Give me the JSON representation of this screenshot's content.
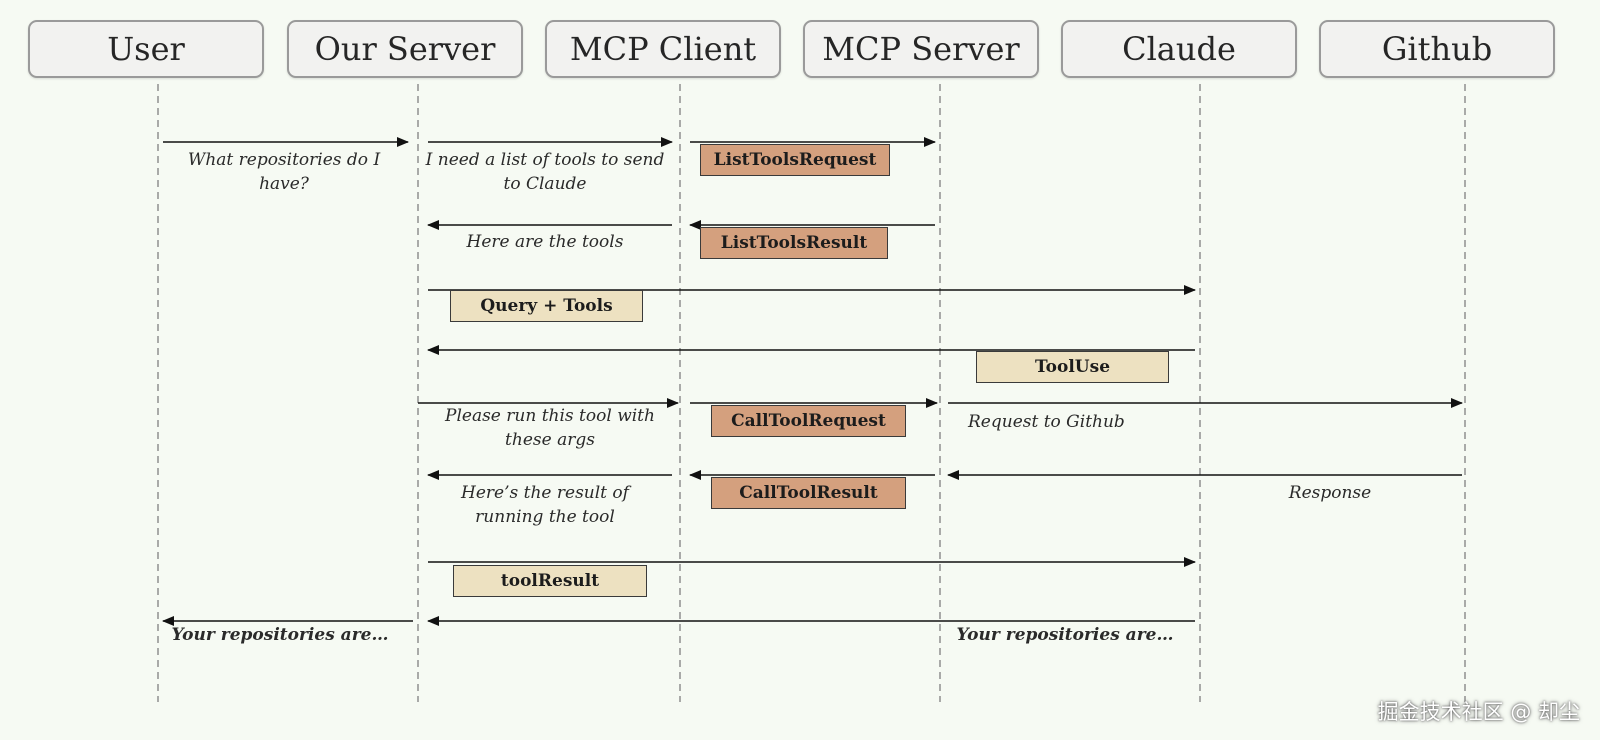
{
  "actors": [
    {
      "key": "user",
      "label": "User"
    },
    {
      "key": "our_server",
      "label": "Our Server"
    },
    {
      "key": "mcp_client",
      "label": "MCP Client"
    },
    {
      "key": "mcp_server",
      "label": "MCP Server"
    },
    {
      "key": "claude",
      "label": "Claude"
    },
    {
      "key": "github",
      "label": "Github"
    }
  ],
  "messages": [
    {
      "from": "user",
      "to": "our_server",
      "text": "What repositories do I have?"
    },
    {
      "from": "our_server",
      "to": "mcp_client",
      "text": "I need a list of tools to send to Claude"
    },
    {
      "from": "mcp_client",
      "to": "mcp_server",
      "box": "ListToolsRequest",
      "box_style": "orange"
    },
    {
      "from": "mcp_server",
      "to": "mcp_client",
      "box": "ListToolsResult",
      "box_style": "orange"
    },
    {
      "from": "mcp_client",
      "to": "our_server",
      "text": "Here are the tools"
    },
    {
      "from": "our_server",
      "to": "claude",
      "box": "Query + Tools",
      "box_style": "beige"
    },
    {
      "from": "claude",
      "to": "our_server",
      "box": "ToolUse",
      "box_style": "beige"
    },
    {
      "from": "our_server",
      "to": "mcp_client",
      "text": "Please run this tool with these args"
    },
    {
      "from": "mcp_client",
      "to": "mcp_server",
      "box": "CallToolRequest",
      "box_style": "orange"
    },
    {
      "from": "mcp_server",
      "to": "github",
      "text": "Request to Github"
    },
    {
      "from": "github",
      "to": "mcp_server",
      "text": "Response"
    },
    {
      "from": "mcp_server",
      "to": "mcp_client",
      "box": "CallToolResult",
      "box_style": "orange"
    },
    {
      "from": "mcp_client",
      "to": "our_server",
      "text": "Here’s the result of running the tool"
    },
    {
      "from": "our_server",
      "to": "claude",
      "box": "toolResult",
      "box_style": "beige"
    },
    {
      "from": "claude",
      "to": "our_server",
      "text": "Your repositories are…"
    },
    {
      "from": "our_server",
      "to": "user",
      "text": "Your repositories are…"
    }
  ],
  "watermark": "掘金技术社区 @ 却尘"
}
